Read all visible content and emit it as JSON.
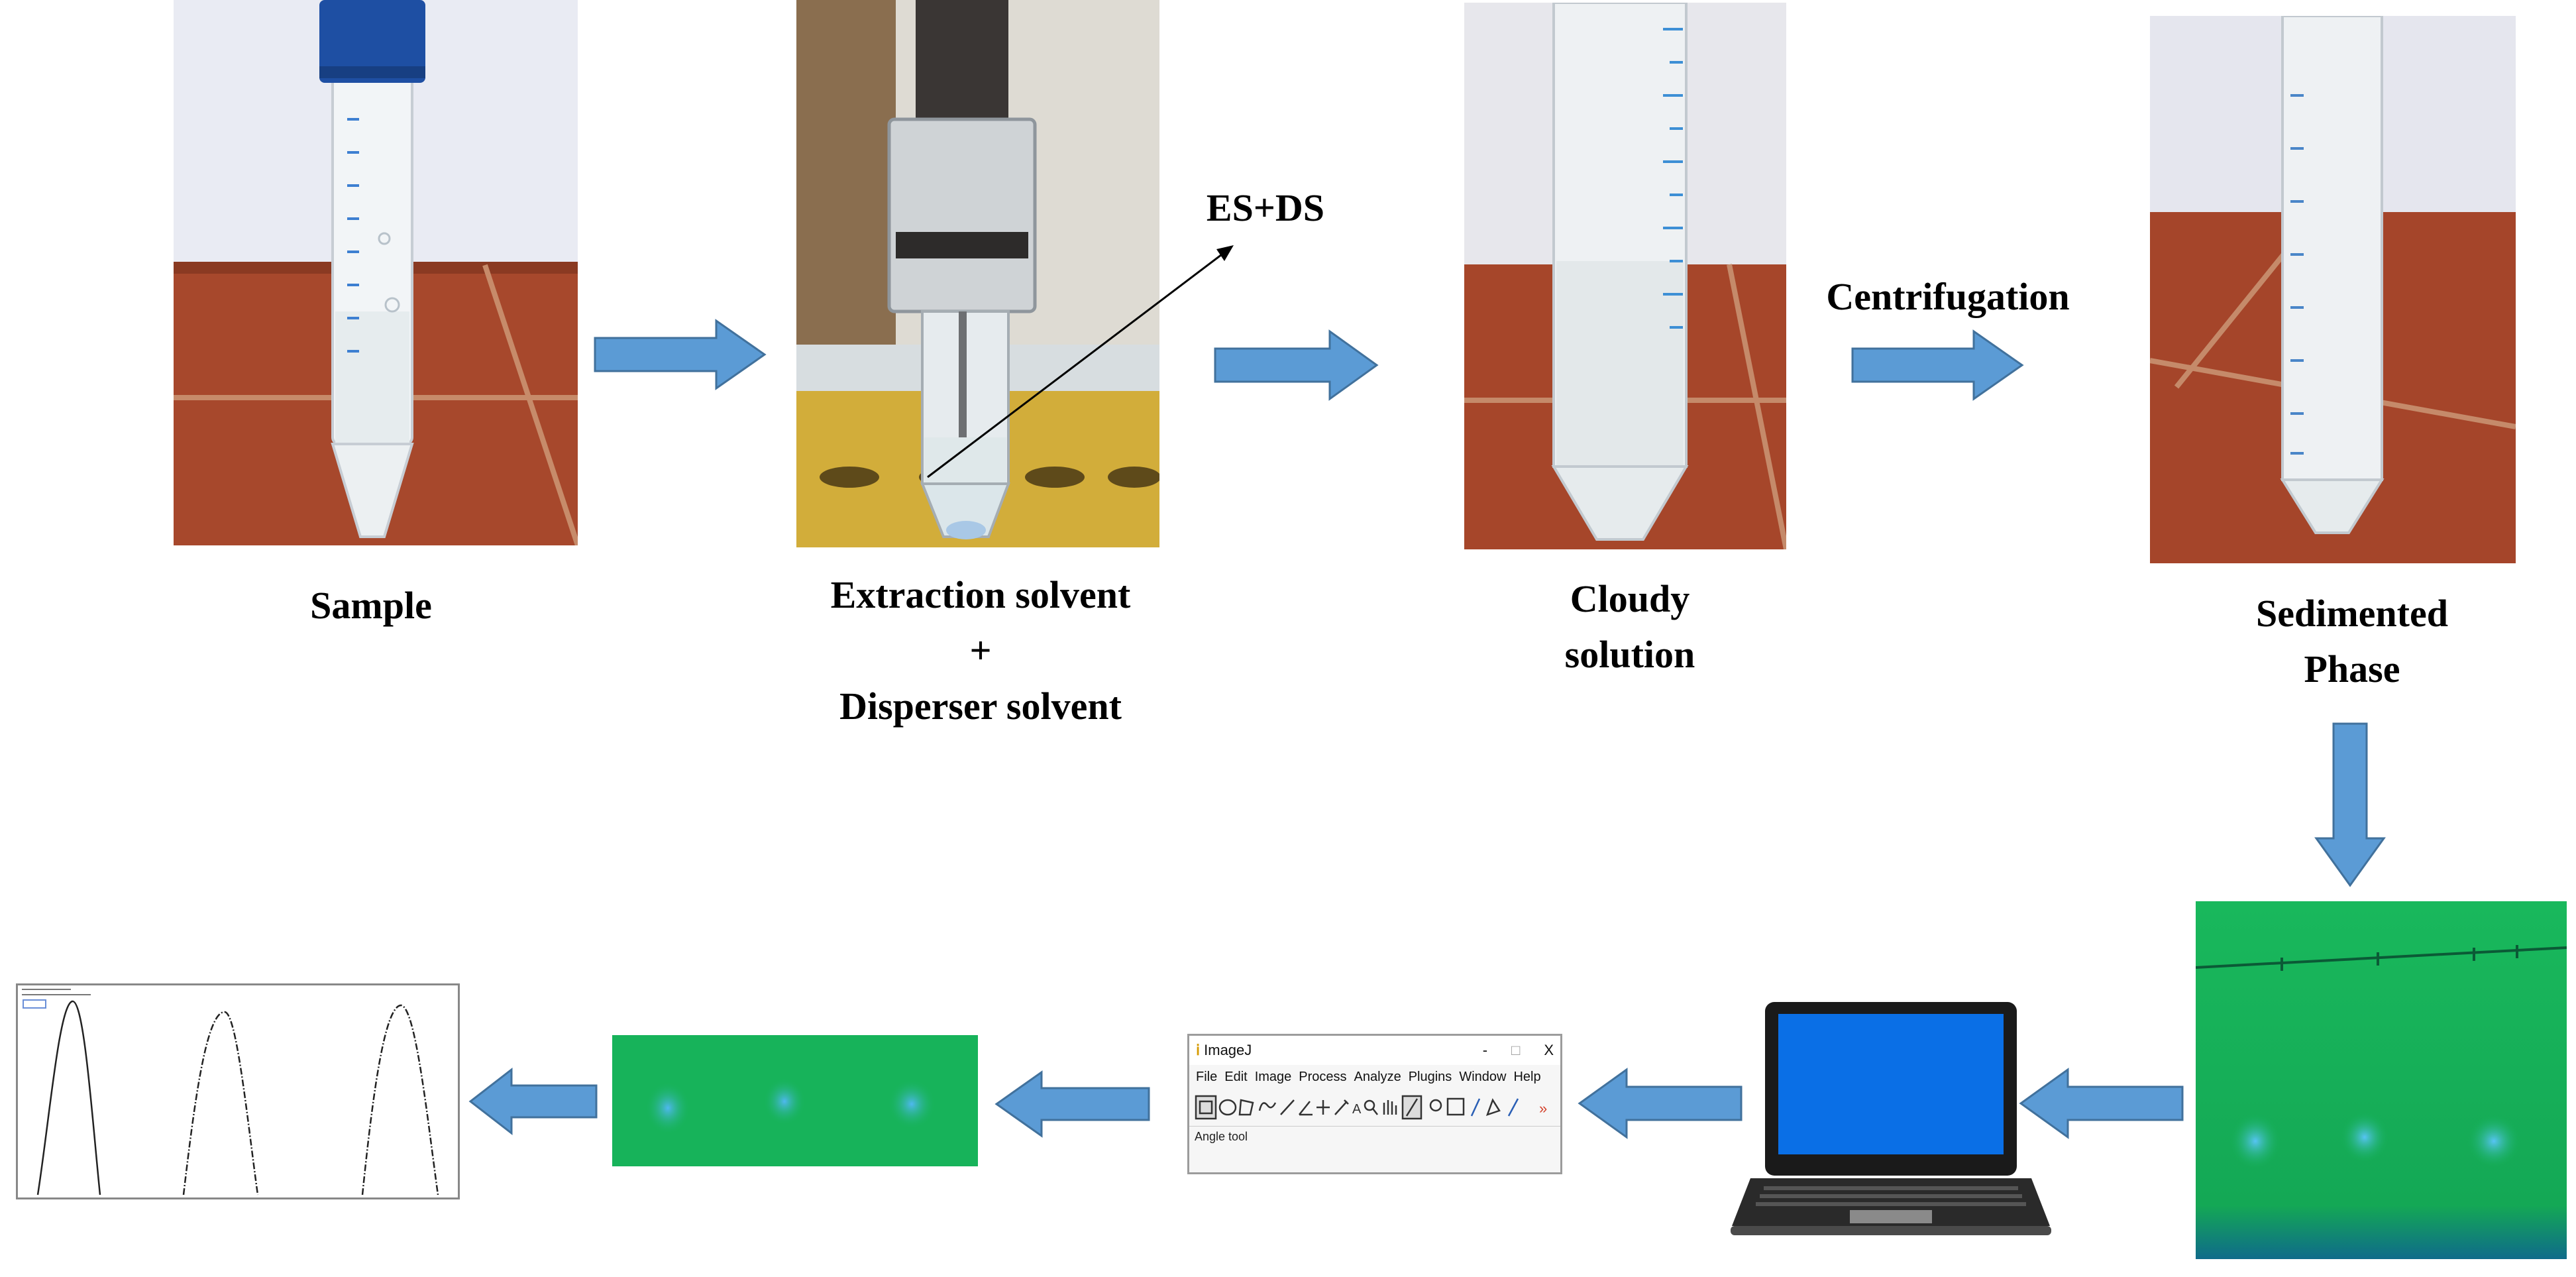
{
  "steps": {
    "sample": {
      "label": "Sample"
    },
    "extraction": {
      "line1": "Extraction solvent",
      "line2": "+",
      "line3": "Disperser solvent",
      "annotation": "ES+DS"
    },
    "cloudy": {
      "line1": "Cloudy",
      "line2": "solution"
    },
    "centrifugation": {
      "label": "Centrifugation"
    },
    "sedimented": {
      "line1": "Sedimented",
      "line2": "Phase"
    }
  },
  "imagej": {
    "title": "ImageJ",
    "window_controls": [
      "-",
      "□",
      "X"
    ],
    "menu": [
      "File",
      "Edit",
      "Image",
      "Process",
      "Analyze",
      "Plugins",
      "Window",
      "Help"
    ],
    "status": "Angle tool"
  },
  "colors": {
    "arrow": "#5b9bd5",
    "arrow_edge": "#41719c",
    "tlc_plate": "#17b35a",
    "spot": "#4fb8f0",
    "laptop_screen": "#0a6fe6",
    "floor_tile": "#a8452a"
  }
}
